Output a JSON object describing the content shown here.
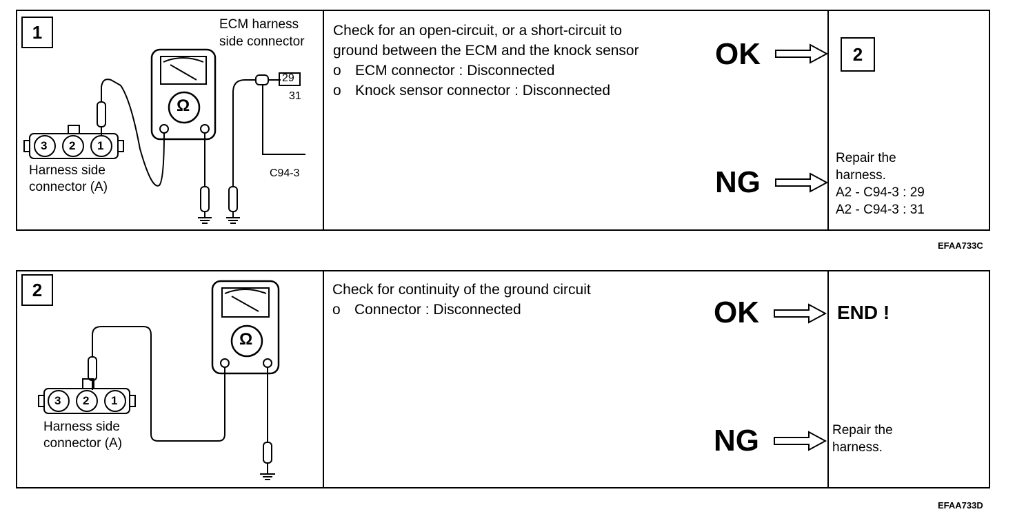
{
  "steps": [
    {
      "number": "1",
      "labels": {
        "ecm_harness": [
          "ECM harness",
          "side connector"
        ],
        "pin_29": "29",
        "pin_31": "31",
        "c94": "C94-3",
        "harness_side": [
          "Harness side",
          "connector (A)"
        ],
        "pins": [
          "3",
          "2",
          "1"
        ],
        "ohm": "Ω"
      },
      "check_title": [
        "Check for an open-circuit, or a short-circuit to",
        "ground between the ECM and the knock sensor"
      ],
      "conditions": [
        {
          "bullet": "o",
          "text": "ECM connector : Disconnected"
        },
        {
          "bullet": "o",
          "text": "Knock sensor connector : Disconnected"
        }
      ],
      "ok": "OK",
      "ng": "NG",
      "ok_result": "2",
      "ng_result": [
        "Repair the",
        "harness.",
        "A2 - C94-3 : 29",
        "A2 - C94-3 : 31"
      ],
      "figure_code": "EFAA733C"
    },
    {
      "number": "2",
      "labels": {
        "harness_side": [
          "Harness side",
          "connector (A)"
        ],
        "pins": [
          "3",
          "2",
          "1"
        ],
        "ohm": "Ω"
      },
      "check_title": [
        "Check for continuity of the ground circuit"
      ],
      "conditions": [
        {
          "bullet": "o",
          "text": "Connector : Disconnected"
        }
      ],
      "ok": "OK",
      "ng": "NG",
      "ok_result": "END !",
      "ng_result": [
        "Repair the",
        "harness."
      ],
      "figure_code": "EFAA733D"
    }
  ]
}
